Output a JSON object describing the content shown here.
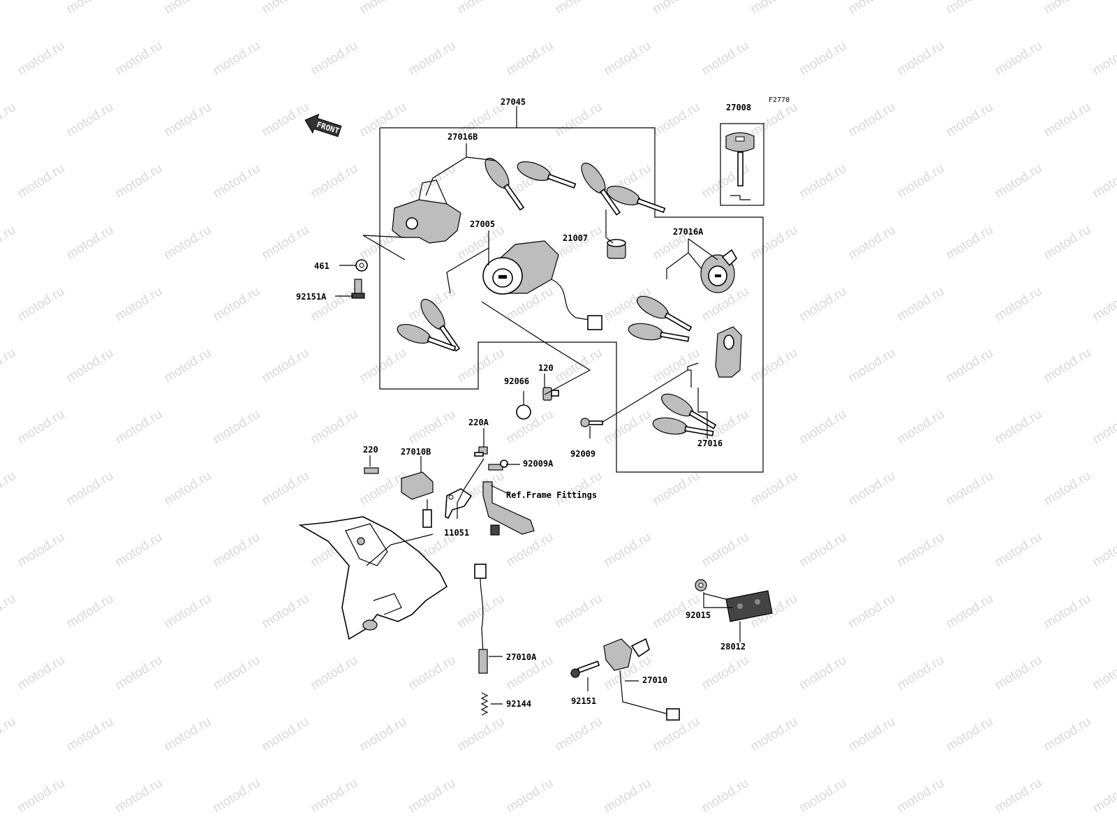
{
  "watermark": "motod.ru",
  "figure_code": "F2770",
  "front_label": "FRONT",
  "ref_note": "Ref.Frame Fittings",
  "parts": [
    {
      "id": "p27045",
      "number": "27045"
    },
    {
      "id": "p27016B",
      "number": "27016B"
    },
    {
      "id": "p27005",
      "number": "27005"
    },
    {
      "id": "p21007",
      "number": "21007"
    },
    {
      "id": "p27016A",
      "number": "27016A"
    },
    {
      "id": "p27008",
      "number": "27008"
    },
    {
      "id": "p461",
      "number": "461"
    },
    {
      "id": "p92151A",
      "number": "92151A"
    },
    {
      "id": "p120",
      "number": "120"
    },
    {
      "id": "p92066",
      "number": "92066"
    },
    {
      "id": "p220A",
      "number": "220A"
    },
    {
      "id": "p220",
      "number": "220"
    },
    {
      "id": "p27010B",
      "number": "27010B"
    },
    {
      "id": "p92009A",
      "number": "92009A"
    },
    {
      "id": "p92009",
      "number": "92009"
    },
    {
      "id": "p27016",
      "number": "27016"
    },
    {
      "id": "p11051",
      "number": "11051"
    },
    {
      "id": "p27010A",
      "number": "27010A"
    },
    {
      "id": "p92144",
      "number": "92144"
    },
    {
      "id": "p92015",
      "number": "92015"
    },
    {
      "id": "p28012",
      "number": "28012"
    },
    {
      "id": "p92151",
      "number": "92151"
    },
    {
      "id": "p27010",
      "number": "27010"
    }
  ]
}
